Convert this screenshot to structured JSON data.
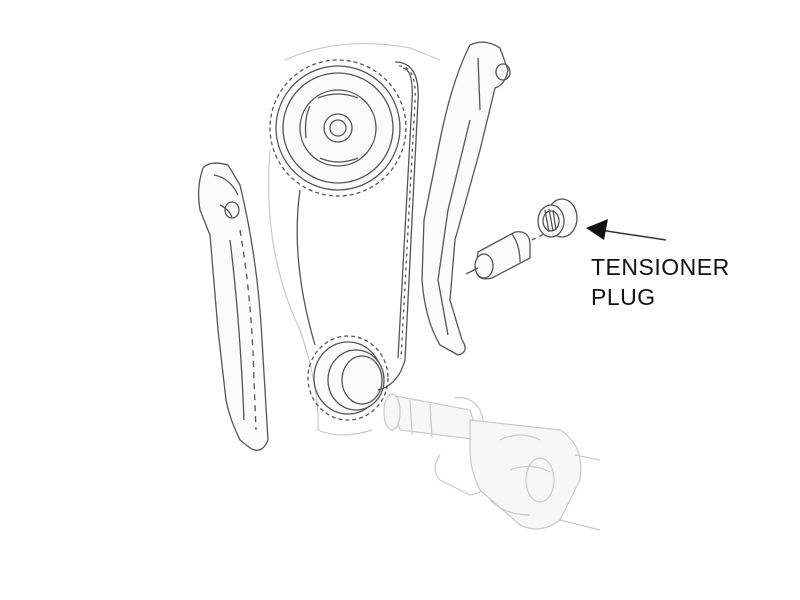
{
  "diagram": {
    "callout": {
      "line1": "TENSIONER",
      "line2": "PLUG"
    },
    "parts": [
      "camshaft-sprocket",
      "crankshaft-sprocket",
      "timing-chain",
      "tensioner-rail",
      "guide-rail",
      "tensioner-piston",
      "tensioner-plug",
      "crankshaft"
    ]
  }
}
